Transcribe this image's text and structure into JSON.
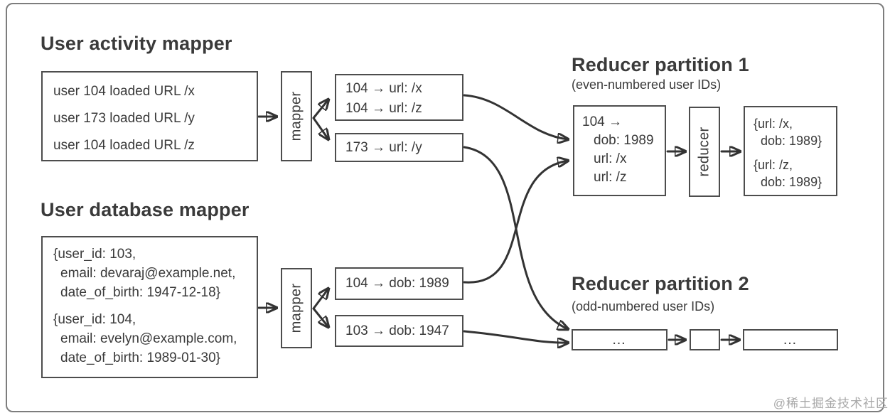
{
  "diagram": {
    "activity_mapper": {
      "title": "User activity mapper",
      "input_lines": [
        "user 104 loaded URL /x",
        "user 173 loaded URL /y",
        "user 104 loaded URL /z"
      ],
      "mapper_label": "mapper",
      "output_box_1_lines": [
        "104 → url: /x",
        "104 → url: /z"
      ],
      "output_box_2_line": "173 → url: /y"
    },
    "database_mapper": {
      "title": "User database mapper",
      "record_1_lines": [
        "{user_id: 103,",
        "email: devaraj@example.net,",
        "date_of_birth: 1947-12-18}"
      ],
      "record_2_lines": [
        "{user_id: 104,",
        "email: evelyn@example.com,",
        "date_of_birth: 1989-01-30}"
      ],
      "mapper_label": "mapper",
      "output_box_1_line": "104 → dob: 1989",
      "output_box_2_line": "103 → dob: 1947"
    },
    "reducer_partition_1": {
      "title": "Reducer partition 1",
      "subtitle": "(even-numbered user IDs)",
      "input_lines": [
        "104 →",
        "dob: 1989",
        "url: /x",
        "url: /z"
      ],
      "reducer_label": "reducer",
      "output_group_1": [
        "{url: /x,",
        "dob: 1989}"
      ],
      "output_group_2": [
        "{url: /z,",
        "dob: 1989}"
      ]
    },
    "reducer_partition_2": {
      "title": "Reducer partition 2",
      "subtitle": "(odd-numbered user IDs)",
      "input_ellipsis": "…",
      "output_ellipsis": "…"
    }
  },
  "watermark": "@稀土掘金技术社区",
  "colors": {
    "text": "#3a3a3a",
    "box_border": "#4d4d4d",
    "arrow": "#333333",
    "frame_border": "#7d7d7d",
    "watermark": "#a8a8a8",
    "background": "#ffffff"
  }
}
